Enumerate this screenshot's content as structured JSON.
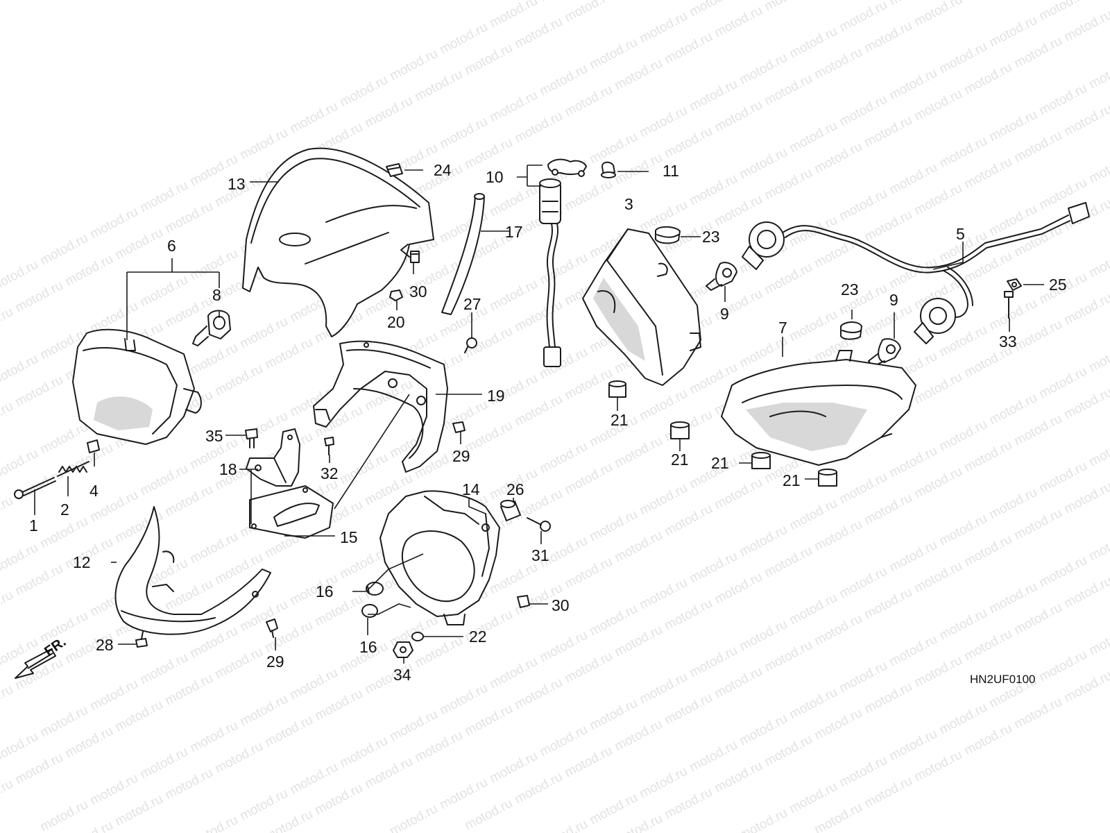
{
  "watermark": "motod.ru",
  "diagram_code": "HN2UF0100",
  "front_label": "FR.",
  "callouts": [
    "1",
    "2",
    "3",
    "4",
    "5",
    "6",
    "7",
    "8",
    "9",
    "9",
    "10",
    "11",
    "12",
    "13",
    "14",
    "15",
    "16",
    "16",
    "17",
    "18",
    "19",
    "20",
    "21",
    "21",
    "21",
    "21",
    "22",
    "23",
    "23",
    "24",
    "25",
    "26",
    "27",
    "28",
    "29",
    "29",
    "30",
    "30",
    "31",
    "32",
    "33",
    "34",
    "35"
  ],
  "icons": {
    "front_arrow": "arrow-left-down-icon"
  }
}
